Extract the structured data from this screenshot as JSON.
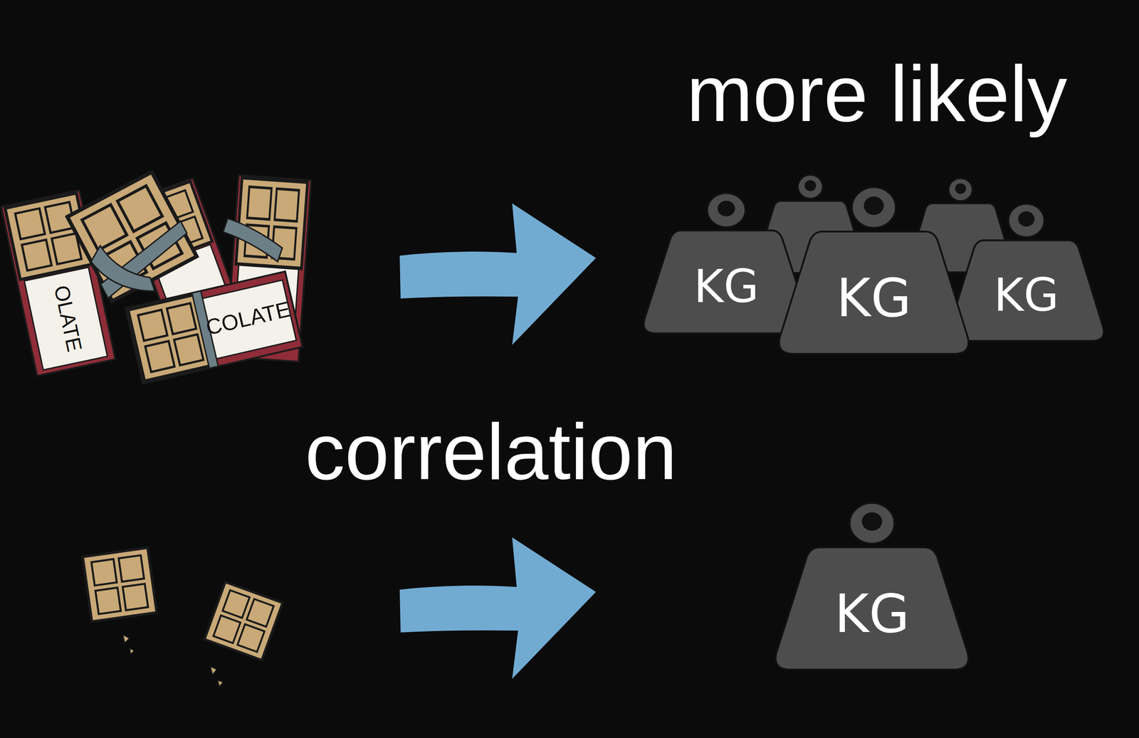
{
  "diagram": {
    "nodes": [
      {
        "text": [
          "KG"
        ]
      },
      {
        "text": [
          "KG"
        ]
      },
      {
        "text": [
          "KG"
        ]
      },
      {
        "text": [
          "KG"
        ]
      }
    ],
    "labels": [
      "more likely",
      "correlation",
      "OLATE",
      "COLATE"
    ]
  }
}
